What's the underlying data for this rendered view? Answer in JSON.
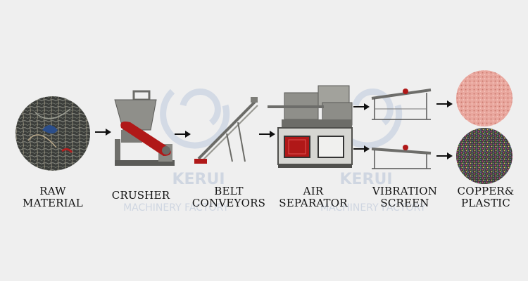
{
  "watermark": {
    "brand": "KERUI",
    "subtitle": "MACHINERY FACTORY"
  },
  "steps": [
    {
      "id": "raw-material",
      "lines": [
        "RAW",
        "MATERIAL"
      ]
    },
    {
      "id": "crusher",
      "lines": [
        "CRUSHER"
      ]
    },
    {
      "id": "belt-conveyors",
      "lines": [
        "BELT",
        "CONVEYORS"
      ]
    },
    {
      "id": "air-separator",
      "lines": [
        "AIR",
        "SEPARATOR"
      ]
    },
    {
      "id": "vibration-screen",
      "lines": [
        "VIBRATION",
        "SCREEN"
      ]
    },
    {
      "id": "copper-plastic",
      "lines": [
        "COPPER&",
        "PLASTIC"
      ]
    }
  ],
  "colors": {
    "background": "#efefef",
    "machine_gray": "#8a8a85",
    "machine_dark": "#4a4a48",
    "accent_red": "#b01818",
    "copper": "#e7a49a",
    "arrow": "#111111",
    "watermark": "#c9d1df"
  }
}
